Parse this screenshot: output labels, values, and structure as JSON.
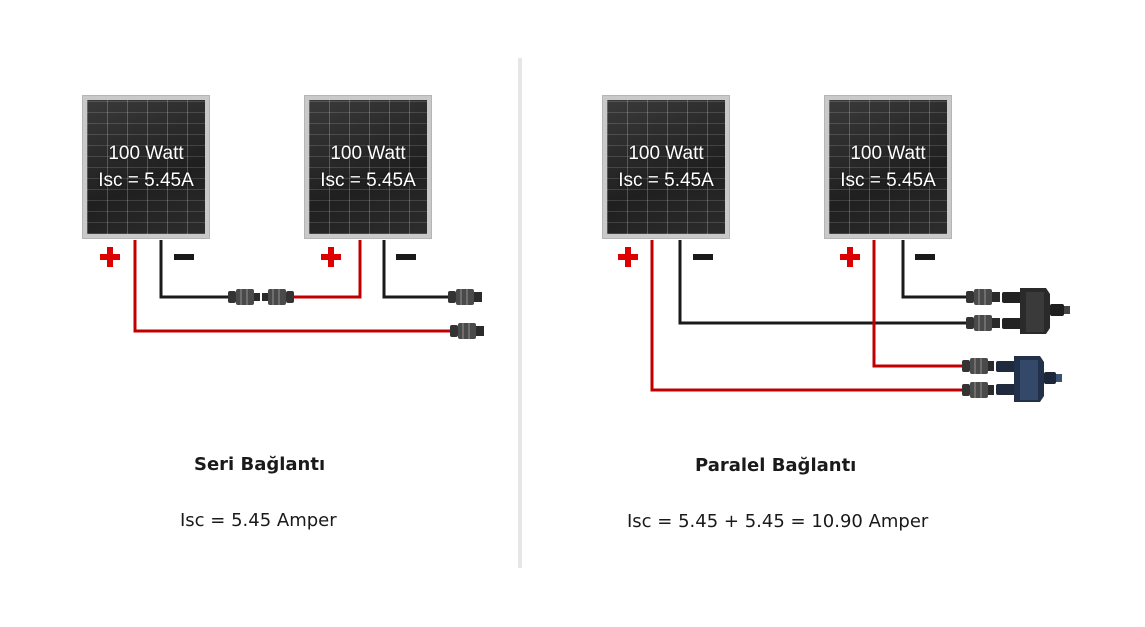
{
  "panel": {
    "power_label": "100 Watt",
    "isc_label": "Isc = 5.45A"
  },
  "series": {
    "title": "Seri Bağlantı",
    "formula": "Isc = 5.45 Amper"
  },
  "parallel": {
    "title": "Paralel Bağlantı",
    "formula": "Isc = 5.45 + 5.45 = 10.90 Amper"
  },
  "colors": {
    "positive": "#dd0000",
    "positive_wire": "#c00000",
    "negative": "#1a1a1a",
    "divider": "#e6e6e6"
  },
  "icons": [
    "plus-sign-icon",
    "minus-sign-icon",
    "mc4-connector-icon",
    "branch-connector-icon"
  ]
}
